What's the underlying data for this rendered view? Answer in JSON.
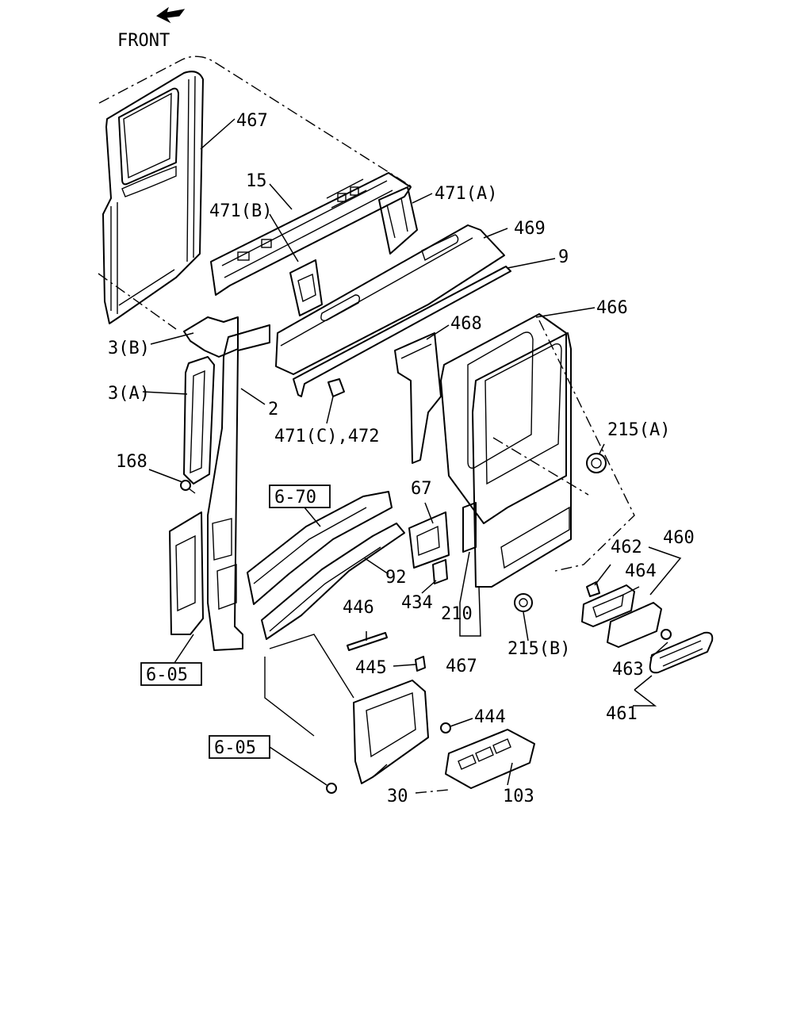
{
  "front_label": "FRONT",
  "front_arrow_icon": "front-direction-arrow-icon",
  "callouts": {
    "c467_top": "467",
    "c15": "15",
    "c471b": "471(B)",
    "c471a": "471(A)",
    "c469": "469",
    "c9": "9",
    "c466": "466",
    "c468": "468",
    "c3b": "3(B)",
    "c3a": "3(A)",
    "c2": "2",
    "c471c": "471(C),472",
    "c215a": "215(A)",
    "c168": "168",
    "c67": "67",
    "c92": "92",
    "c434": "434",
    "c210": "210",
    "c462": "462",
    "c460": "460",
    "c464": "464",
    "c446": "446",
    "c445": "445",
    "c467_bottom": "467",
    "c215b": "215(B)",
    "c463": "463",
    "c444": "444",
    "c461": "461",
    "c30": "30",
    "c103": "103"
  },
  "ref_boxes": {
    "r670": "6-70",
    "r605_left": "6-05",
    "r605_bottom": "6-05"
  }
}
